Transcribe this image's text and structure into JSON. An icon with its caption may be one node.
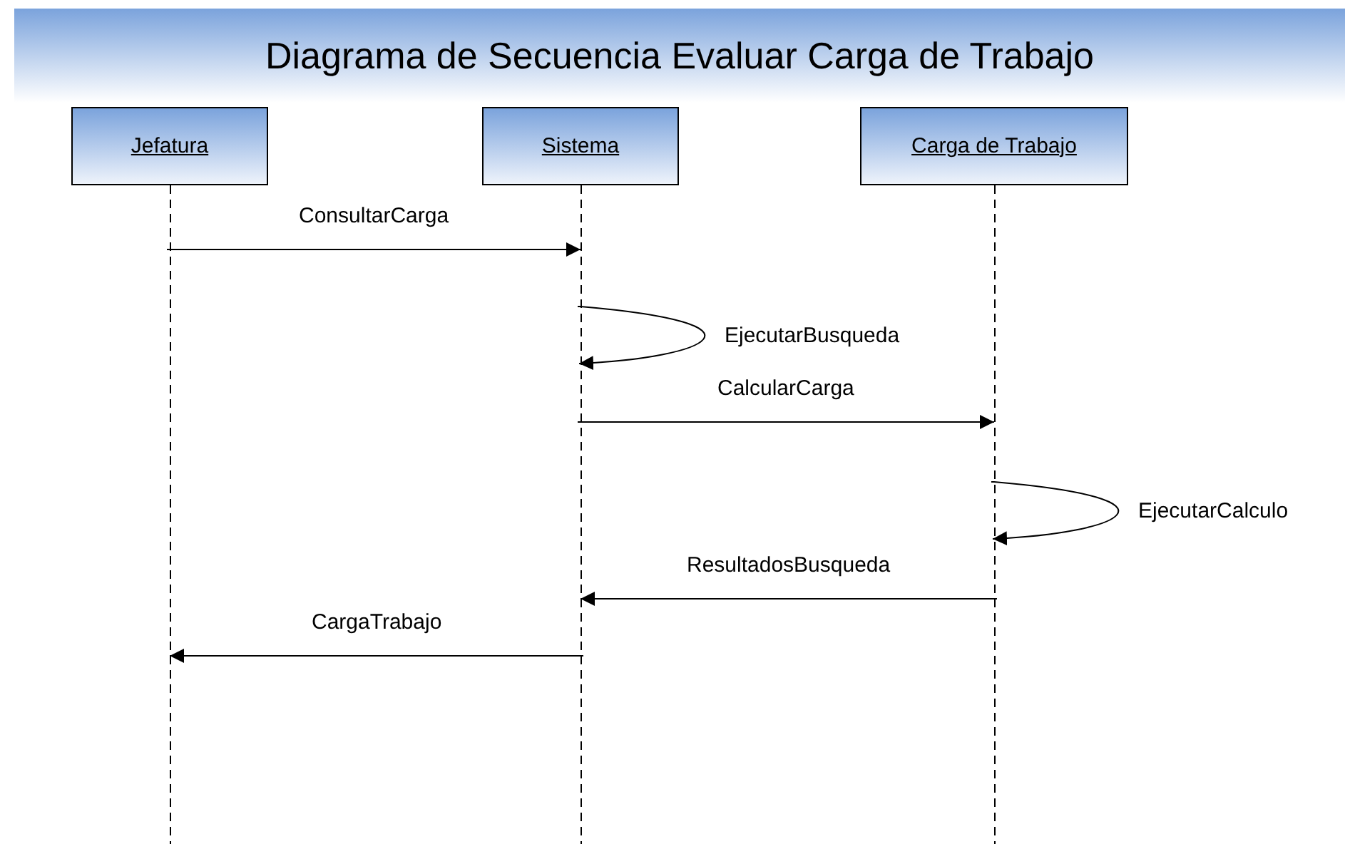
{
  "diagram": {
    "title": "Diagrama de Secuencia Evaluar Carga de Trabajo",
    "nodes": [
      {
        "text": [
          "Jefatura"
        ]
      },
      {
        "text": [
          "Sistema"
        ]
      },
      {
        "text": [
          "Carga de Trabajo"
        ]
      }
    ],
    "edges": [
      {
        "from": 0,
        "to": 1,
        "arrow": "to",
        "label": "ConsultarCarga"
      },
      {
        "from": 1,
        "to": 1,
        "arrow": "to",
        "label": "EjecutarBusqueda"
      },
      {
        "from": 1,
        "to": 2,
        "arrow": "to",
        "label": "CalcularCarga"
      },
      {
        "from": 2,
        "to": 2,
        "arrow": "to",
        "label": "EjecutarCalculo"
      },
      {
        "from": 2,
        "to": 1,
        "arrow": "to",
        "label": "ResultadosBusqueda"
      },
      {
        "from": 1,
        "to": 0,
        "arrow": "to",
        "label": "CargaTrabajo"
      }
    ]
  }
}
